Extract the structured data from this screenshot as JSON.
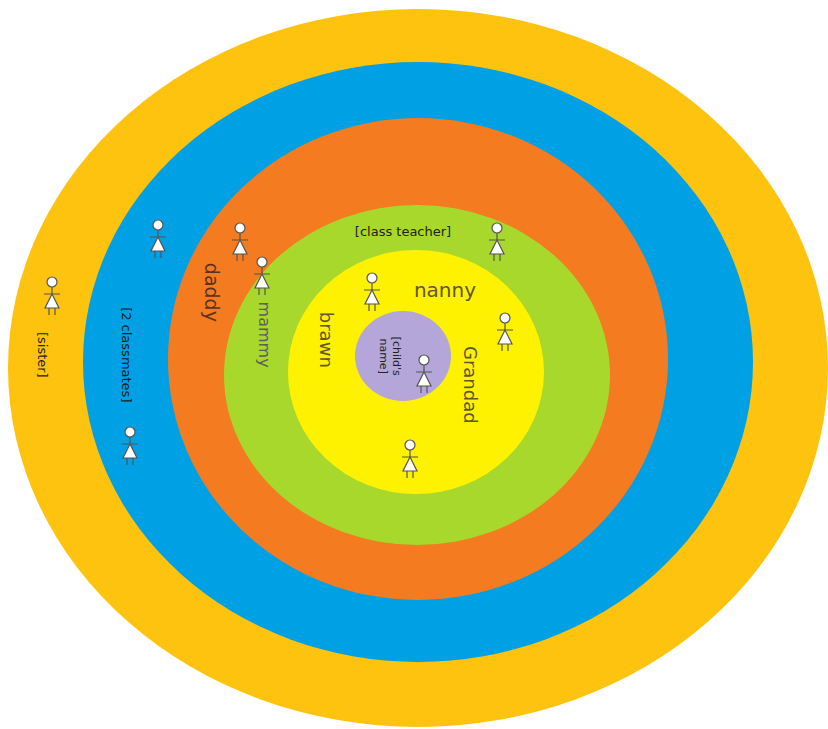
{
  "diagram": {
    "nodes": [
      {
        "text": [
          "[sister]"
        ]
      },
      {
        "text": [
          "[2 classmates]"
        ],
        "in": 0
      },
      {
        "text": [
          "daddy"
        ],
        "in": 1
      },
      {
        "text": [
          "mammy",
          "[class teacher]"
        ],
        "in": 2
      },
      {
        "text": [
          "nanny",
          "brawn",
          "Grandad"
        ],
        "in": 3
      },
      {
        "text": [
          "[child's name]"
        ],
        "in": 4
      }
    ]
  }
}
